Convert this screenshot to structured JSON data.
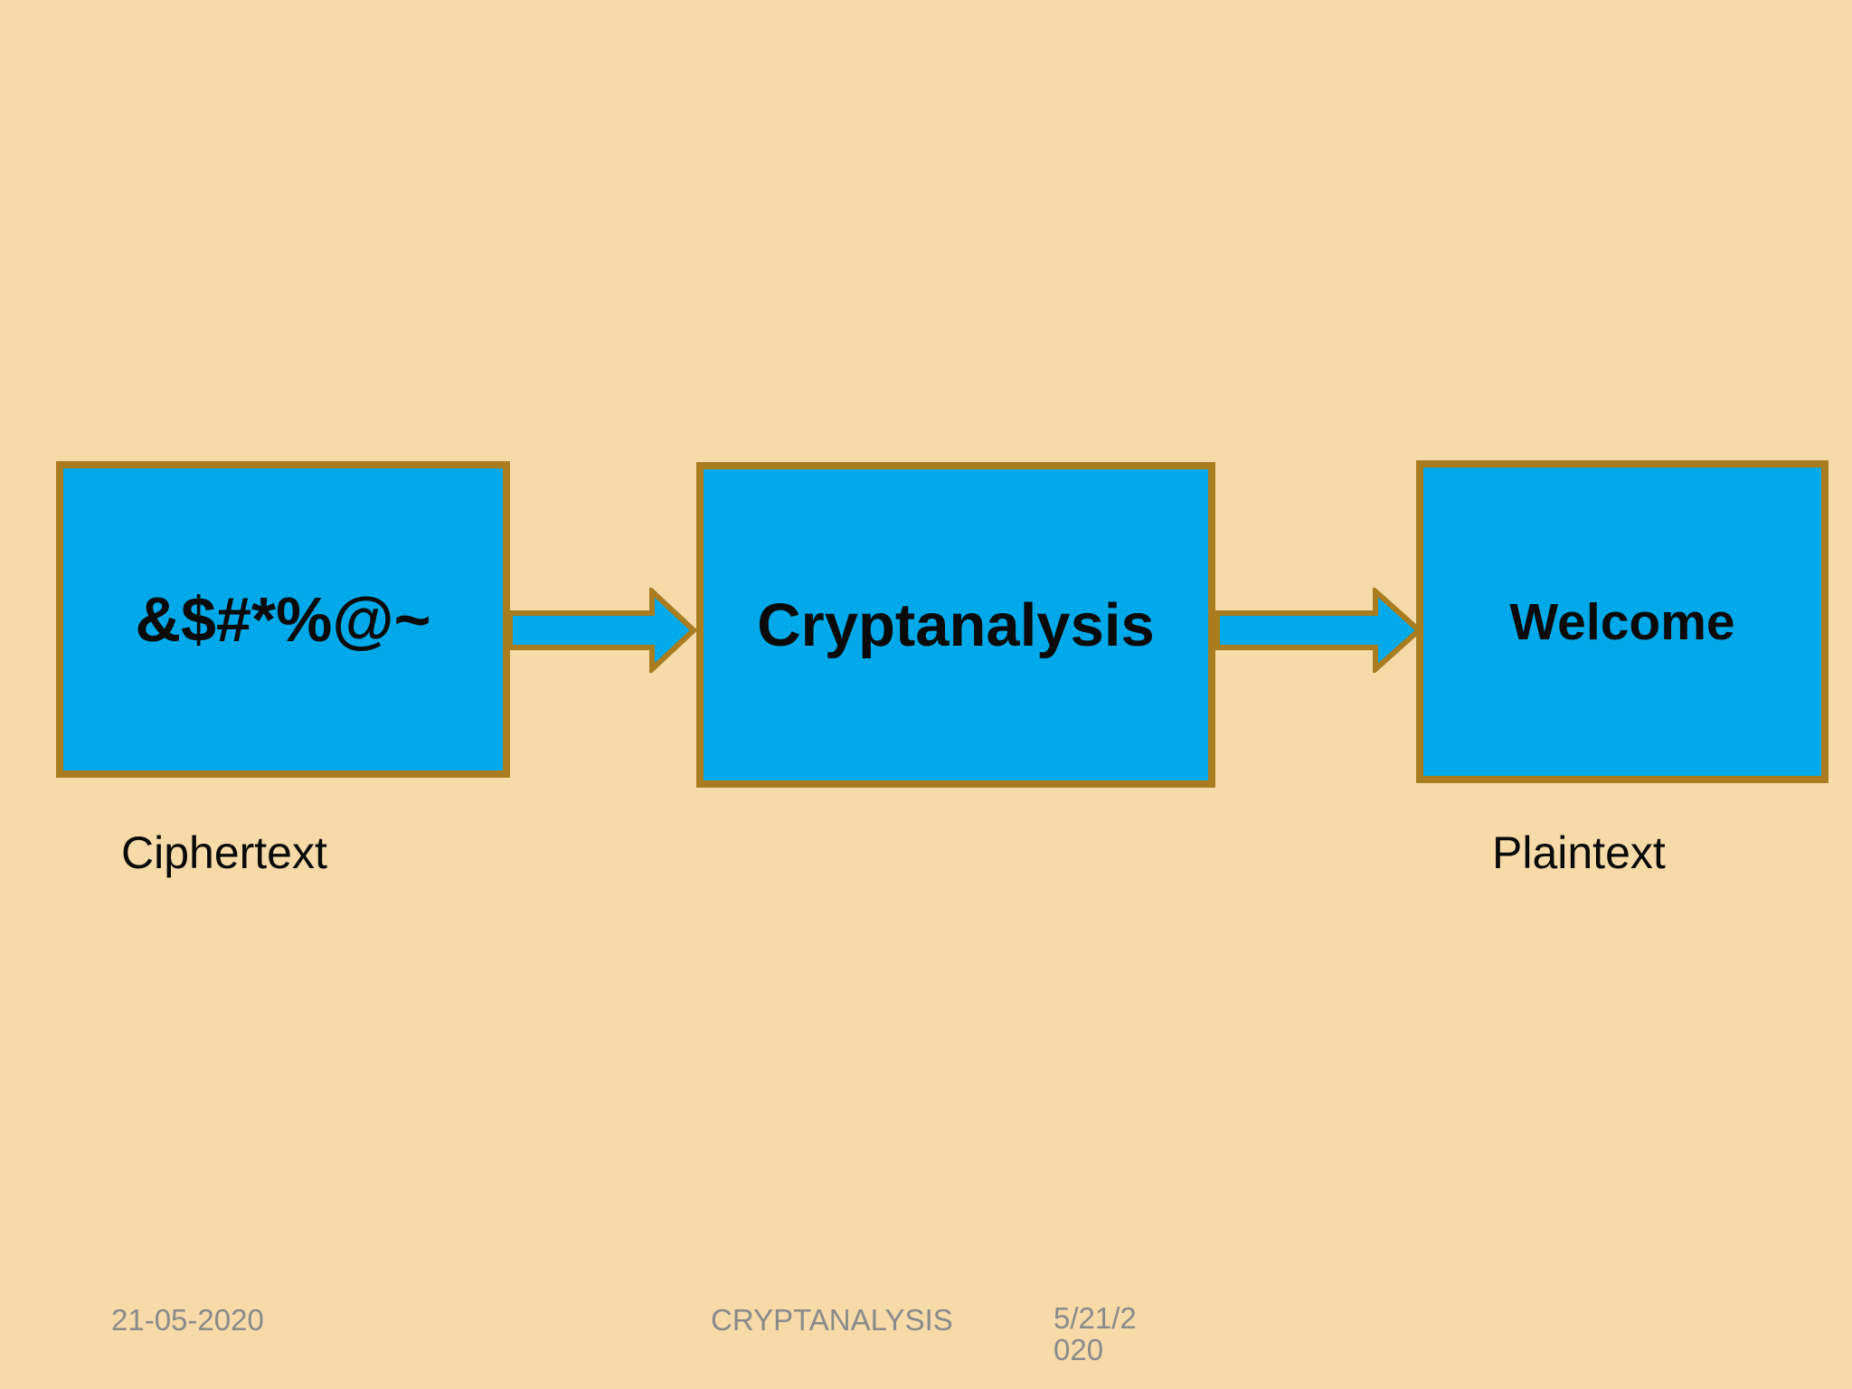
{
  "slide": {
    "colors": {
      "background": "#F6DAA7",
      "shape_fill": "#00A9E9",
      "shape_border": "#A87C1F",
      "text": "#0A0A0A",
      "footer_text": "#8A8A8A"
    },
    "diagram": {
      "ciphertext_box": {
        "label": "&$#*%@~"
      },
      "process_box": {
        "label": "Cryptanalysis"
      },
      "plaintext_box": {
        "label": "Welcome"
      },
      "captions": {
        "left": "Ciphertext",
        "right": "Plaintext"
      }
    },
    "footer": {
      "date_left": "21-05-2020",
      "title": "CRYPTANALYSIS",
      "date_right_line1": "5/21/2",
      "date_right_line2": "020"
    }
  }
}
